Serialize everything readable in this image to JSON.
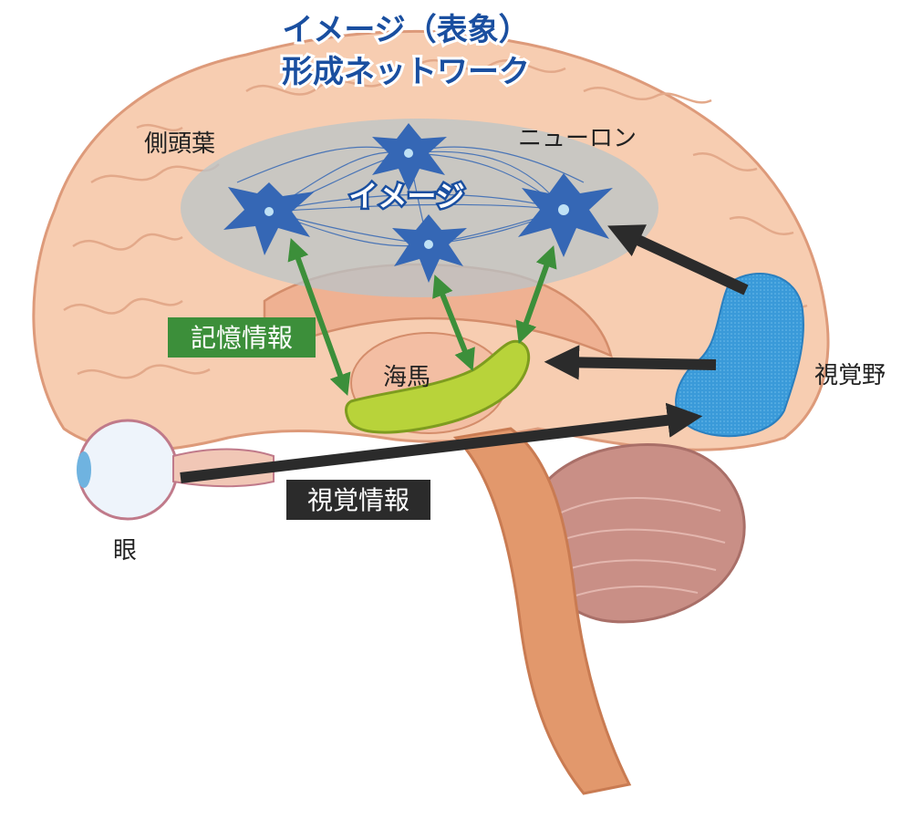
{
  "title": {
    "line1": "イメージ（表象）",
    "line2": "形成ネットワーク"
  },
  "labels": {
    "temporal_lobe": "側頭葉",
    "neuron": "ニューロン",
    "image": "イメージ",
    "memory_info": "記憶情報",
    "hippocampus": "海馬",
    "visual_cortex": "視覚野",
    "visual_info": "視覚情報",
    "eye": "眼"
  },
  "colors": {
    "brain_fill": "#f7cdb1",
    "brain_stroke": "#dd9a7a",
    "title_blue": "#1a4fa0",
    "neuron_blue": "#3567b5",
    "network_gray": "#b9c4c8",
    "hippocampus_green": "#b8d33a",
    "memory_arrow_green": "#3c8f3a",
    "visual_cortex_blue": "#3a9ad9",
    "visual_arrow_black": "#2b2b2b",
    "cerebellum": "#c98f86",
    "brainstem": "#e2986c"
  }
}
